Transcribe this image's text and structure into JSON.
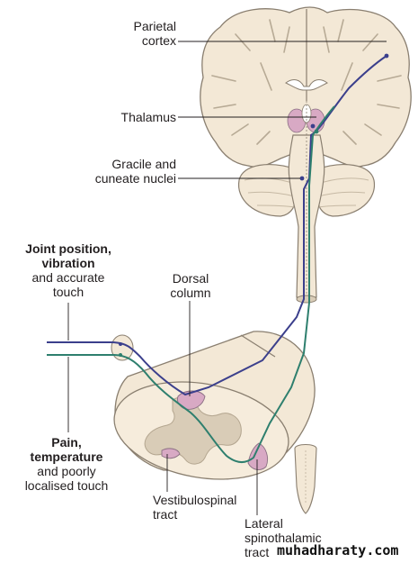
{
  "labels": {
    "parietal_cortex": [
      "Parietal",
      "cortex"
    ],
    "thalamus": "Thalamus",
    "gracile_cuneate": [
      "Gracile and",
      "cuneate nuclei"
    ],
    "joint_position": [
      "Joint position,",
      "vibration"
    ],
    "joint_position_sub": [
      "and accurate",
      "touch"
    ],
    "dorsal_column": [
      "Dorsal",
      "column"
    ],
    "pain_temperature": [
      "Pain,",
      "temperature"
    ],
    "pain_sub": [
      "and poorly",
      "localised touch"
    ],
    "vestibulospinal": [
      "Vestibulospinal",
      "tract"
    ],
    "lateral_spinothalamic": [
      "Lateral",
      "spinothalamic",
      "tract"
    ]
  },
  "watermark": "muhadharaty.com",
  "colors": {
    "tissue": "#f3e8d6",
    "tissue_stroke": "#8a7f70",
    "grey_matter": "#d9ccb7",
    "nucleus_pink": "#d8a9c4",
    "dorsal_pathway": "#3b3f8c",
    "spinothalamic_pathway": "#2e7f6e",
    "leader_line": "#231f20"
  }
}
